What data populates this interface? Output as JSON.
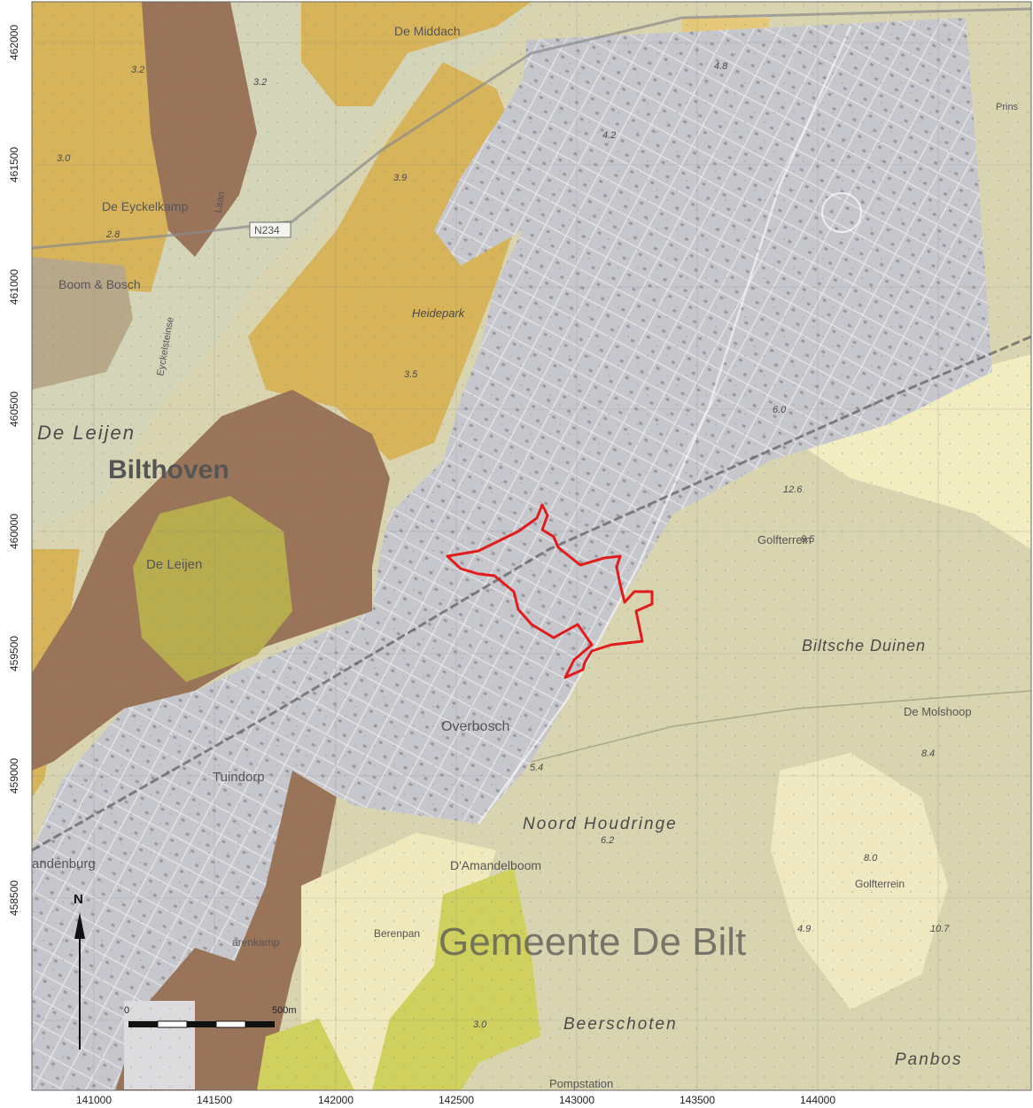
{
  "map": {
    "x_ticks": [
      "141000",
      "141500",
      "142000",
      "142500",
      "143000",
      "143500",
      "144000"
    ],
    "y_ticks": [
      "462000",
      "461500",
      "461000",
      "460500",
      "460000",
      "459500",
      "459000",
      "458500"
    ],
    "place_labels": {
      "bilthoven": "Bilthoven",
      "de_leijen_large": "De Leijen",
      "de_leijen": "De Leijen",
      "boom_bosch": "Boom & Bosch",
      "de_eyckelkamp": "De Eyckelkamp",
      "de_middach": "De Middach",
      "heidepark": "Heidepark",
      "laan": "Laan",
      "overbosch": "Overbosch",
      "tuindorp": "Tuindorp",
      "andenburg": "andenburg",
      "noord_houdringe": "Noord Houdringe",
      "amandelboom": "D'Amandelboom",
      "berenpan": "Berenpan",
      "gemeente": "Gemeente De Bilt",
      "beerschoten": "Beerschoten",
      "biltsche_duinen": "Biltsche Duinen",
      "de_molshoop": "De Molshoop",
      "golfterrein_1": "Golfterrein",
      "golfterrein_2": "Golfterrein",
      "panbos": "Panbos",
      "pompstation": "Pompstation",
      "arenkamp": "arenkamp",
      "eyckelsteinse": "Eyckelsteinse",
      "road_n234": "N234",
      "prins": "Prins"
    },
    "elevation_labels": [
      "3.2",
      "3.2",
      "3.0",
      "2.8",
      "3.5",
      "3.9",
      "4.2",
      "6.0",
      "12.6",
      "9.5",
      "5.4",
      "6.2",
      "8.4",
      "8.0",
      "10.7",
      "4.9",
      "3.0",
      "4.8"
    ],
    "scale_bar": {
      "start_label": "0",
      "end_label": "500m"
    },
    "north_arrow": {
      "label": "N"
    },
    "colors": {
      "built_area": "#c6c7cd",
      "dune_sand": "#d9d4b0",
      "pale_sand": "#f2ecc1",
      "ochre": "#d7b45a",
      "brown": "#9a7458",
      "olive": "#b7ac4e",
      "yellow_green": "#cfd05e",
      "grey_green": "#d3d4b8",
      "study_area_outline": "#e21b1b"
    }
  }
}
